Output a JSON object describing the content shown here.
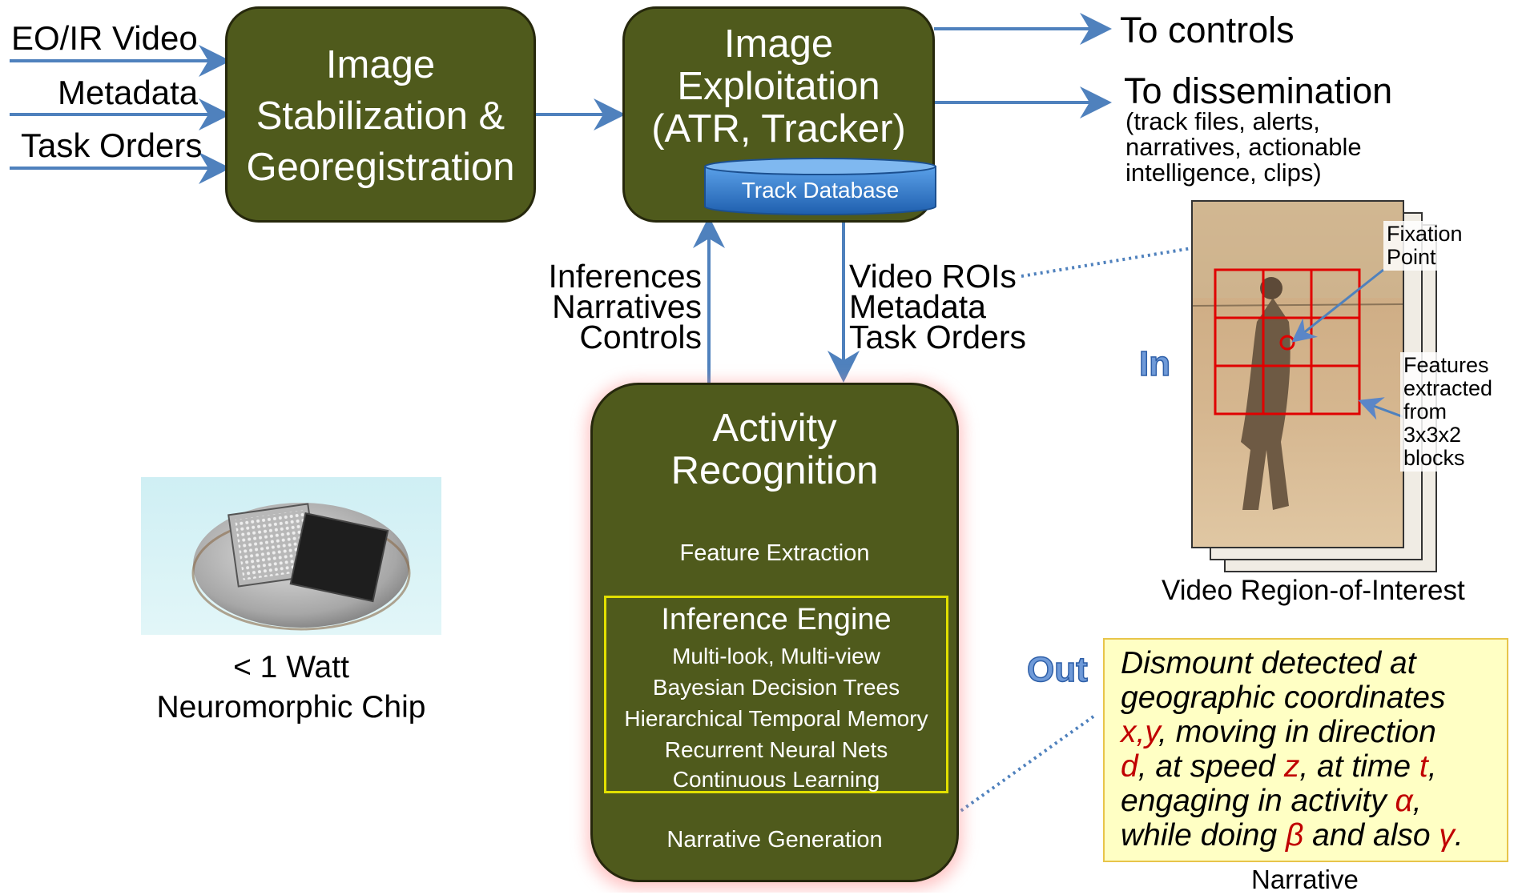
{
  "inputs": {
    "video": "EO/IR Video",
    "metadata": "Metadata",
    "task_orders": "Task Orders"
  },
  "stabilization_box": {
    "line1": "Image",
    "line2": "Stabilization &",
    "line3": "Georegistration"
  },
  "exploitation_box": {
    "line1": "Image",
    "line2": "Exploitation",
    "line3": "(ATR, Tracker)",
    "database": "Track Database"
  },
  "outputs": {
    "controls": "To controls",
    "dissemination": "To dissemination",
    "dissemination_detail_1": "(track files, alerts,",
    "dissemination_detail_2": "narratives, actionable",
    "dissemination_detail_3": "intelligence, clips)"
  },
  "up_labels": [
    "Inferences",
    "Narratives",
    "Controls"
  ],
  "down_labels": [
    "Video ROIs",
    "Metadata",
    "Task Orders"
  ],
  "activity_box": {
    "title1": "Activity",
    "title2": "Recognition",
    "feature_extraction": "Feature Extraction",
    "inference_engine": {
      "title": "Inference Engine",
      "items": [
        "Multi-look, Multi-view",
        "Bayesian Decision Trees",
        "Hierarchical Temporal Memory",
        "Recurrent Neural Nets",
        "Continuous Learning"
      ]
    },
    "narrative_generation": "Narrative Generation"
  },
  "chip": {
    "line1": "< 1 Watt",
    "line2": "Neuromorphic Chip"
  },
  "roi": {
    "in_label": "In",
    "fixation_1": "Fixation",
    "fixation_2": "Point",
    "features": [
      "Features",
      "extracted",
      "from",
      "3x3x2",
      "blocks"
    ],
    "caption": "Video Region-of-Interest"
  },
  "narrative": {
    "out_label": "Out",
    "caption": "Narrative",
    "l1": "Dismount detected at",
    "l2": "geographic coordinates",
    "l3_var": "x,y",
    "l3_rest": ", moving in direction",
    "l4_var1": "d",
    "l4_mid": ", at speed ",
    "l4_var2": "z",
    "l4_mid2": ", at time ",
    "l4_var3": "t",
    "l4_end": ",",
    "l5_start": "engaging in activity ",
    "l5_var": "α",
    "l5_end": ",",
    "l6_start": "while doing ",
    "l6_var1": "β",
    "l6_mid": " and also ",
    "l6_var2": "γ",
    "l6_end": "."
  },
  "colors": {
    "box_fill": "#4f5a1c",
    "arrow": "#4f81bd",
    "database": "#2e75c6",
    "highlight": "#e2e000",
    "narrative_fill": "#ffffc4",
    "variable": "#c00000"
  }
}
